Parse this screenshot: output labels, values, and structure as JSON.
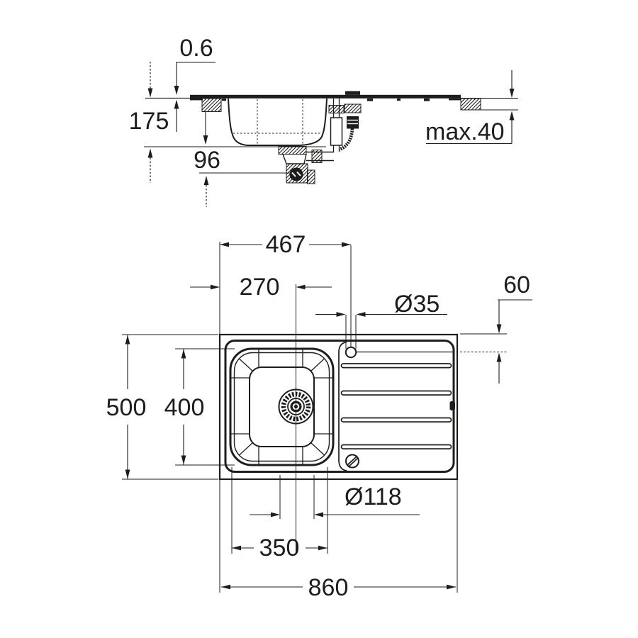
{
  "meta": {
    "drawing_type": "sink installation dimension drawing",
    "ink_color": "#1d1d1b",
    "background_color": "#ffffff"
  },
  "section_view": {
    "dims": {
      "rim_height": "0.6",
      "bowl_depth": "175",
      "trap_offset": "96",
      "countertop_thickness": "max.40"
    }
  },
  "plan_view": {
    "dims": {
      "faucet_center_from_left": "467",
      "bowl_center_from_left": "270",
      "faucet_hole_diameter": "Ø35",
      "faucet_center_from_back": "60",
      "overall_depth": "500",
      "bowl_length": "400",
      "drain_diameter": "Ø118",
      "bowl_width": "350",
      "overall_width": "860"
    }
  }
}
